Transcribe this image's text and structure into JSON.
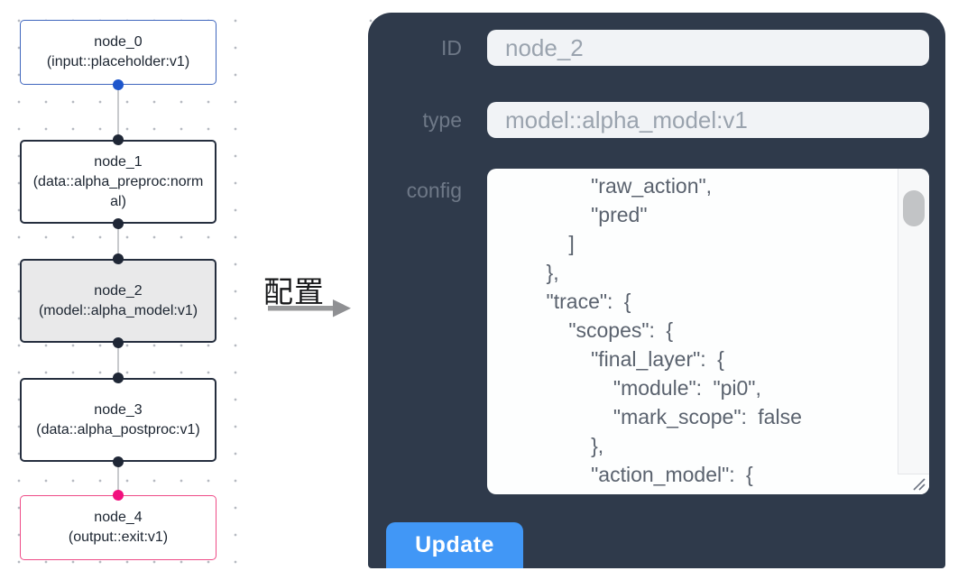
{
  "flow": {
    "nodes": [
      {
        "id": "node_0",
        "type_label": "(input::placeholder:v1)",
        "accent": "#3f66bd",
        "selected": false
      },
      {
        "id": "node_1",
        "type_label": "(data::alpha_preproc:normal)",
        "accent": "#252e3e",
        "selected": false
      },
      {
        "id": "node_2",
        "type_label": "(model::alpha_model:v1)",
        "accent": "#252e3e",
        "selected": true
      },
      {
        "id": "node_3",
        "type_label": "(data::alpha_postproc:v1)",
        "accent": "#252e3e",
        "selected": false
      },
      {
        "id": "node_4",
        "type_label": "(output::exit:v1)",
        "accent": "#ee4b87",
        "selected": false
      }
    ],
    "edges": [
      {
        "from": "node_0",
        "to": "node_1"
      },
      {
        "from": "node_1",
        "to": "node_2"
      },
      {
        "from": "node_2",
        "to": "node_3"
      },
      {
        "from": "node_3",
        "to": "node_4"
      }
    ],
    "port_colors": {
      "input": "#1e56cc",
      "default": "#1f2736",
      "output": "#f2107e"
    }
  },
  "annotation": {
    "label": "配置",
    "arrow_color": "#98999b"
  },
  "panel": {
    "background": "#2f3a4b",
    "fields": [
      {
        "label": "ID",
        "value": "node_2"
      },
      {
        "label": "type",
        "value": "model::alpha_model:v1"
      },
      {
        "label": "config",
        "value": "        \"raw_action\",\n        \"pred\"\n      ]\n    },\n    \"trace\": {\n      \"scopes\": {\n        \"final_layer\": {\n          \"module\": \"pi0\",\n          \"mark_scope\": false\n        },\n        \"action_model\": {"
      }
    ],
    "update_label": "Update",
    "button_color": "#4197f6",
    "selected_node_fill": "#e9e9ea"
  }
}
